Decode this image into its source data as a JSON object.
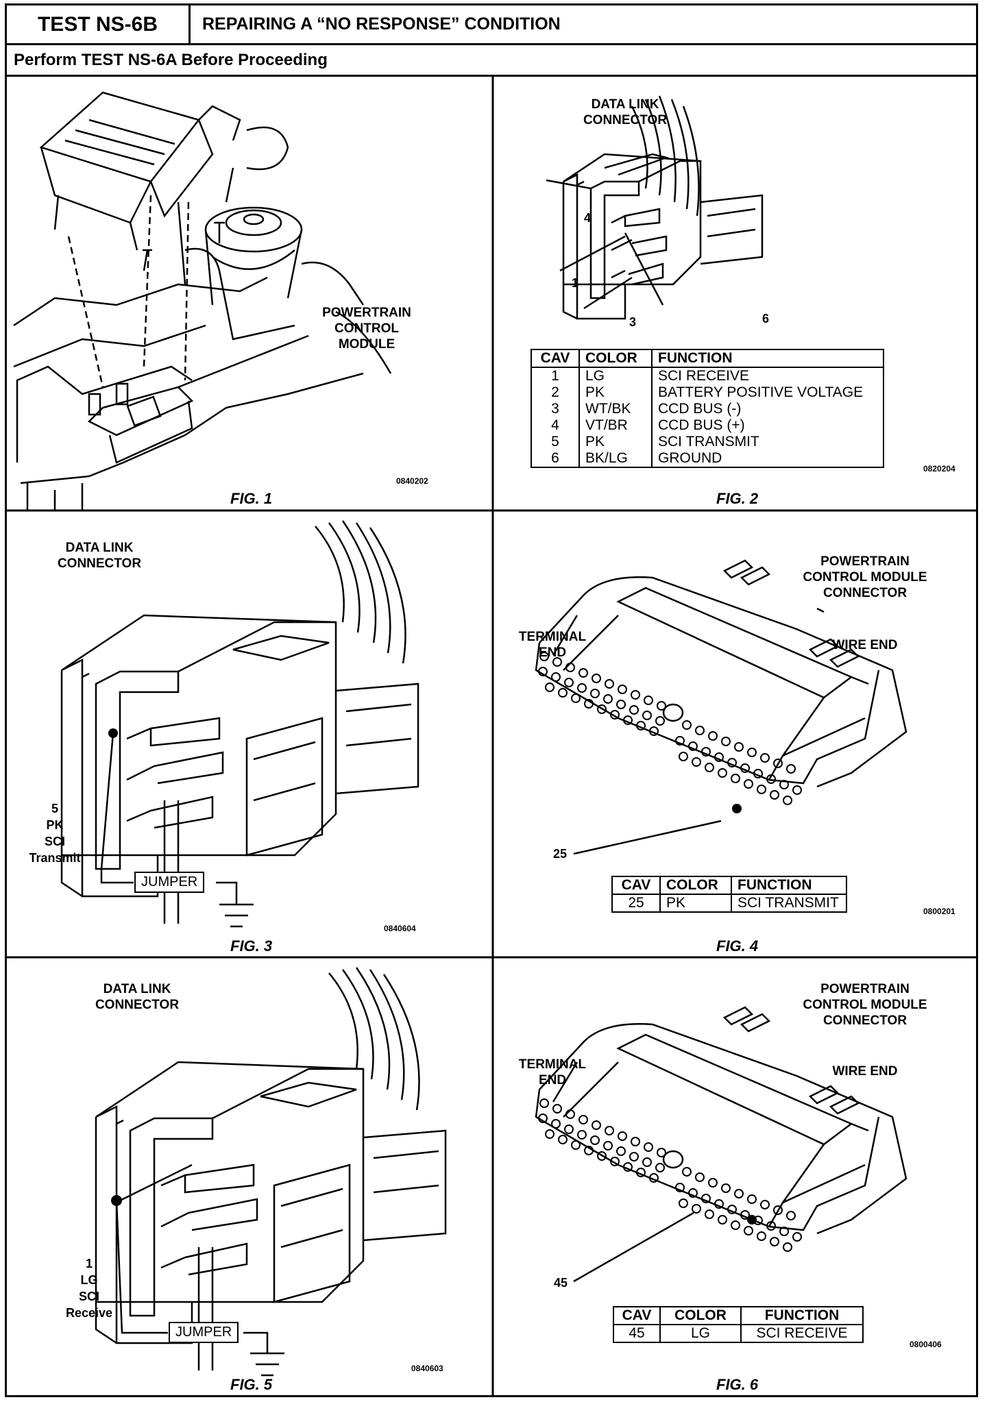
{
  "header": {
    "test_id": "TEST NS-6B",
    "title": "REPAIRING A “NO RESPONSE” CONDITION",
    "subtitle": "Perform TEST NS-6A Before Proceeding"
  },
  "fig1": {
    "label": "POWERTRAIN CONTROL MODULE",
    "code": "0840202",
    "caption": "FIG. 1"
  },
  "fig2": {
    "label": "DATA LINK CONNECTOR",
    "pins": [
      "4",
      "1",
      "3",
      "6"
    ],
    "table": {
      "headers": [
        "CAV",
        "COLOR",
        "FUNCTION"
      ],
      "rows": [
        [
          "1",
          "LG",
          "SCI RECEIVE"
        ],
        [
          "2",
          "PK",
          "BATTERY POSITIVE VOLTAGE"
        ],
        [
          "3",
          "WT/BK",
          "CCD BUS (-)"
        ],
        [
          "4",
          "VT/BR",
          "CCD BUS (+)"
        ],
        [
          "5",
          "PK",
          "SCI TRANSMIT"
        ],
        [
          "6",
          "BK/LG",
          "GROUND"
        ]
      ]
    },
    "code": "0820204",
    "caption": "FIG. 2"
  },
  "fig3": {
    "label": "DATA LINK CONNECTOR",
    "pin_lines": [
      "5",
      "PK",
      "SCI",
      "Transmit"
    ],
    "jumper": "JUMPER",
    "code": "0840604",
    "caption": "FIG. 3"
  },
  "fig4": {
    "label": "POWERTRAIN CONTROL MODULE CONNECTOR",
    "terminal_end": "TERMINAL END",
    "wire_end": "WIRE  END",
    "pin": "25",
    "table": {
      "headers": [
        "CAV",
        "COLOR",
        "FUNCTION"
      ],
      "rows": [
        [
          "25",
          "PK",
          "SCI TRANSMIT"
        ]
      ]
    },
    "code": "0800201",
    "caption": "FIG. 4"
  },
  "fig5": {
    "label": "DATA LINK CONNECTOR",
    "pin_lines": [
      "1",
      "LG",
      "SCI",
      "Receive"
    ],
    "jumper": "JUMPER",
    "code": "0840603",
    "caption": "FIG. 5"
  },
  "fig6": {
    "label": "POWERTRAIN CONTROL MODULE CONNECTOR",
    "terminal_end": "TERMINAL END",
    "wire_end": "WIRE  END",
    "pin": "45",
    "table": {
      "headers": [
        "CAV",
        "COLOR",
        "FUNCTION"
      ],
      "rows": [
        [
          "45",
          "LG",
          "SCI RECEIVE"
        ]
      ]
    },
    "code": "0800406",
    "caption": "FIG. 6"
  }
}
